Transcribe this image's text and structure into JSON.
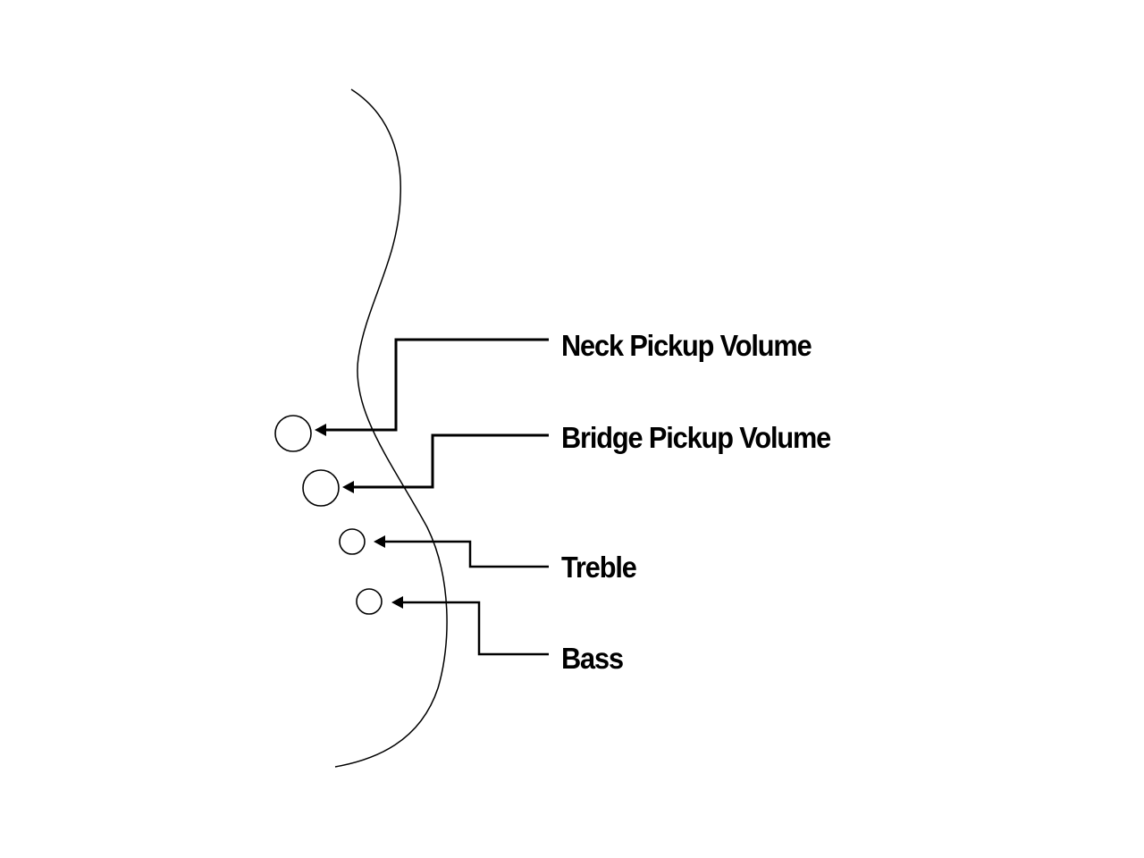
{
  "diagram": {
    "title": "Bass control layout",
    "line_color": "#000000",
    "background": "#ffffff",
    "controls": [
      {
        "id": "neck",
        "label": "Neck Pickup Volume",
        "knob_size": "large"
      },
      {
        "id": "bridge",
        "label": "Bridge Pickup Volume",
        "knob_size": "large"
      },
      {
        "id": "treble",
        "label": "Treble",
        "knob_size": "small"
      },
      {
        "id": "bass",
        "label": "Bass",
        "knob_size": "small"
      }
    ]
  }
}
